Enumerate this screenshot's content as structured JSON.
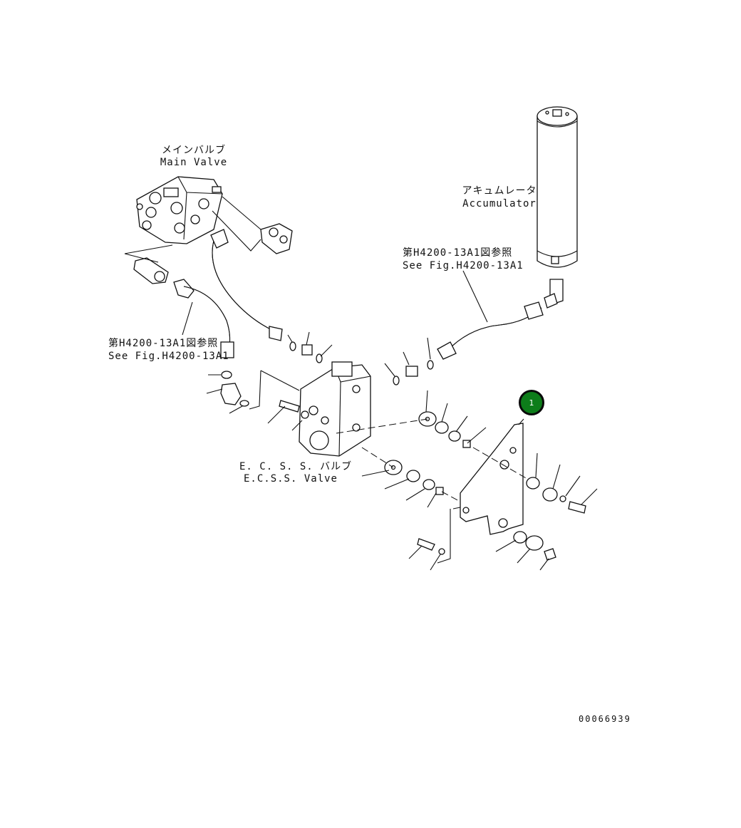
{
  "labels": {
    "main_valve_jp": "メインバルブ",
    "main_valve_en": "Main Valve",
    "accumulator_jp": "アキュムレータ",
    "accumulator_en": "Accumulator",
    "see_fig_right_jp": "第H4200-13A1図参照",
    "see_fig_right_en": "See Fig.H4200-13A1",
    "see_fig_left_jp": "第H4200-13A1図参照",
    "see_fig_left_en": "See Fig.H4200-13A1",
    "ecss_valve_jp": "E. C. S. S. バルブ",
    "ecss_valve_en": "E.C.S.S. Valve",
    "drawing_number": "00066939"
  },
  "callout": {
    "number": "1",
    "color": "#0d7d1a"
  }
}
